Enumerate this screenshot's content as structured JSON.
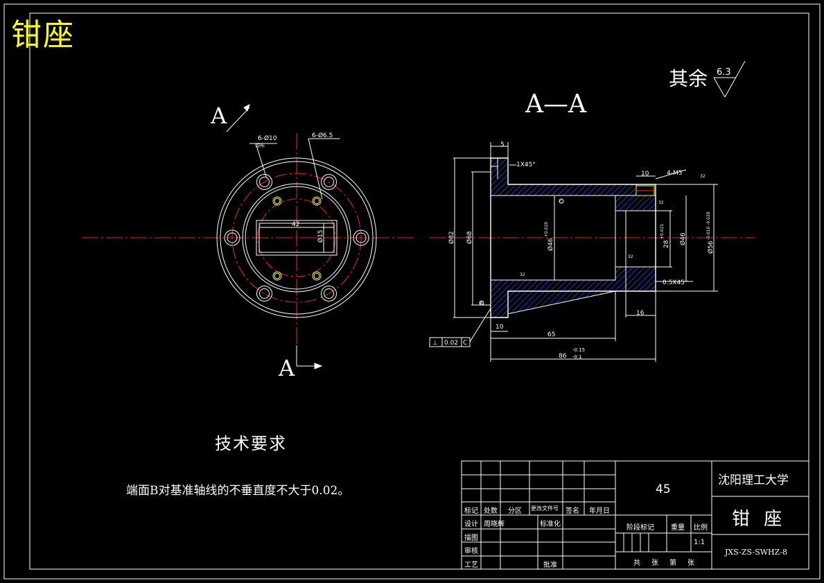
{
  "corner_title": "钳座",
  "roughness": {
    "label": "其余",
    "value": "6.3"
  },
  "section": {
    "title": "A—A",
    "mark": "A"
  },
  "front_view": {
    "holes_outer": "6-Ø10",
    "holes_outer_note": "均布",
    "holes_inner": "6-Ø6.5",
    "slot_width": "42",
    "slot_height": "Ø15"
  },
  "section_view": {
    "dims": {
      "top_step": "5",
      "chamfer1": "1X45°",
      "d82": "Ø82",
      "d68": "Ø68",
      "d46bore": "Ø46",
      "d46bore_tol": "+0.025",
      "thread_depth": "10",
      "thread": "4-M5",
      "r1": "32",
      "r2": "32",
      "r3": "32",
      "r4": "32",
      "d28": "28",
      "d28_tol": "+0.021",
      "d46": "Ø46",
      "d56": "Ø56",
      "d56_tol": "-0.010 -0.029",
      "chamfer2": "0.5X45°",
      "len16": "16",
      "len10": "10",
      "len65": "65",
      "len86": "86",
      "len86_tol_up": "-0.15",
      "len86_tol_low": "-0.1",
      "datum": "B",
      "datum2": "C"
    },
    "tolerance_frame": {
      "symbol": "⊥",
      "value": "0.02",
      "datum": "C"
    }
  },
  "tech_requirements": {
    "title": "技术要求",
    "items": [
      "端面B对基准轴线的不垂直度不大于0.02。"
    ]
  },
  "title_block": {
    "material": "45",
    "school": "沈阳理工大学",
    "part_name": "钳 座",
    "drawing_no": "JXS-ZS-SWHZ-8",
    "scale": "1:1",
    "headers": [
      "标记",
      "处数",
      "分区",
      "更改文件号",
      "签名",
      "年月日"
    ],
    "rows": [
      {
        "label": "设计",
        "name": "周晓辉",
        "extra": "标准化"
      },
      {
        "label": "描图",
        "name": "",
        "extra": ""
      },
      {
        "label": "审核",
        "name": "",
        "extra": ""
      },
      {
        "label": "工艺",
        "name": "",
        "extra": "批准"
      }
    ],
    "stage_label": "阶段标记",
    "weight_label": "重量",
    "scale_label": "比例",
    "sheets": [
      "共",
      "张",
      "第",
      "张"
    ]
  }
}
